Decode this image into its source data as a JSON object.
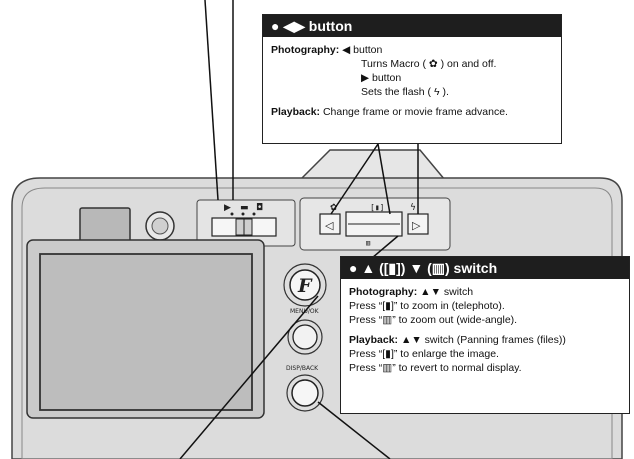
{
  "lr_callout": {
    "title_prefix": "● ◀▶ ",
    "title_word": "button",
    "photo_label": "Photography:",
    "photo_left": "◀ button",
    "photo_left_desc_a": "Turns Macro (",
    "photo_left_desc_b": ") on and off.",
    "photo_right": "▶ button",
    "photo_right_desc_a": "Sets the flash (",
    "photo_right_desc_b": ").",
    "playback_label": "Playback:",
    "playback_text": "Change frame or movie frame advance."
  },
  "ud_callout": {
    "title_a": "● ▲ (",
    "title_b": ") ▼ (",
    "title_c": ") switch",
    "photo_label": "Photography:",
    "photo_text": "▲▼ switch",
    "press_1a": "Press “",
    "press_1b": "” to zoom in (telephoto).",
    "press_2a": "Press “",
    "press_2b": "” to zoom out (wide-angle).",
    "playback_label": "Playback:",
    "playback_text": "▲▼ switch (Panning frames (files))",
    "press_3a": "Press “",
    "press_3b": "” to enlarge the image.",
    "press_4a": "Press “",
    "press_4b": "” to revert to normal display."
  },
  "camera": {
    "menu_ok_label": "MENU/OK",
    "disp_back_label": "DISP/BACK",
    "f_label": "F"
  },
  "colors": {
    "body": "#dcdcdc",
    "bezel": "#c9c9c9",
    "lcd": "#bfbfbf",
    "callout_head": "#1e1e1e"
  }
}
